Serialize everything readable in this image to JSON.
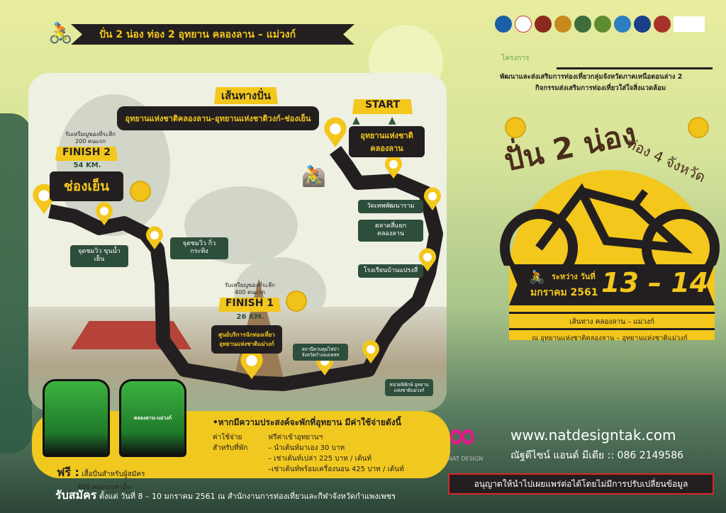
{
  "header": {
    "title": "ปั่น 2 น่อง ท่อง 2 อุทยาน คลองลาน – แม่วงก์"
  },
  "route": {
    "title": "เส้นทางปั่น",
    "subtitle": "อุทยานแห่งชาติคลองลาน–อุทยานแห่งชาติวงก์–ช่องเย็น",
    "start": {
      "tag": "START",
      "place": "อุทยานแห่งชาติ คลองลาน"
    },
    "finish2": {
      "note1": "รับเหรียญของที่ระลึก",
      "note2": "200 คนแรก",
      "tag": "FINISH 2",
      "distance": "54 KM.",
      "place": "ช่องเย็น"
    },
    "finish1": {
      "note1": "รับเหรียญของที่ระลึก",
      "note2": "400 คนแรก",
      "tag": "FINISH 1",
      "distance": "26 KM.",
      "place": "ศูนย์บริการนักท่องเที่ยว อุทยานแห่งชาติแม่วงก์"
    },
    "stops": [
      "วัดเทพพัฒนาราม",
      "ตลาดสี่แยกคลองลาน",
      "โรงเรียนบ้านแปรงสี่",
      "จุดชมวิว ขุนน้ำเย็น",
      "จุดชมวิว กิ่วกระทิง",
      "สถานีควบคุมไฟป่า จังหวัดกำแพงเพชร",
      "หน่วยพิทักษ์ อุทยานแห่งชาติแม่วงก์"
    ]
  },
  "info": {
    "free_label": "ฟรี :",
    "free_text": "เสื้อปั่นสำหรับผู้สมัคร",
    "free_text2": "600 คนแรกเท่านั้น",
    "jersey_text": "คลองลาน-แม่วงก์",
    "heading": "•หากมีความประสงค์จะพักที่อุทยาน มีค่าใช้จ่ายดังนี้",
    "cost_label1": "ค่าใช้จ่าย",
    "cost_label2": "สำหรับที่พัก",
    "costs": [
      "ฟรีค่าเข้าอุทยานฯ",
      "– นำเต้นท์มาเอง  30 บาท",
      "– เช่าเต้นท์เปล่า  225 บาท / เต้นท์",
      "–เช่าเต้นท์พร้อมเครื่องนอน 425 บาท / เต้นท์"
    ]
  },
  "register": {
    "label": "รับสมัคร",
    "text": "ตั้งแต่  วันที่ 8 – 10 มกราคม 2561  ณ สำนักงานการท่องเที่ยวและกีฬาจังหวัดกำแพงเพชร"
  },
  "right": {
    "project_label": "โครงการ",
    "project1": "พัฒนาและส่งเสริมการท่องเที่ยวกลุ่มจังหวัดภาคเหนือตอนล่าง 2",
    "project2": "กิจกรรมส่งเสริมการท่องเที่ยวใส่ใจสิ่งแวดล้อม",
    "title1": "ปั่น 2 น่อง",
    "title2": "ท่อง 4 จังหวัด",
    "date_prefix": "ระหว่าง วันที่",
    "date_month": "มกราคม 2561",
    "date_days": "13 – 14",
    "route_line": "เส้นทาง คลองลาน – แม่วงก์",
    "venue_line": "ณ อุทยานแห่งชาติคลองลาน – อุทยานแห่งชาติแม่วงก์"
  },
  "footer": {
    "website": "www.natdesigntak.com",
    "contact": "ณัฐดีไซน์ แอนด์ มีเดีย :: 086 2149586",
    "brand": "NAT DESIGN",
    "notice": "อนุญาตให้นำไปเผยแพร่ต่อได้โดยไม่มีการปรับเปลี่ยนข้อมูล"
  },
  "colors": {
    "yellow": "#f3c71b",
    "black": "#231f20",
    "green": "#2e4e3c",
    "pink": "#e6198c",
    "notice_border": "#d9262b"
  }
}
